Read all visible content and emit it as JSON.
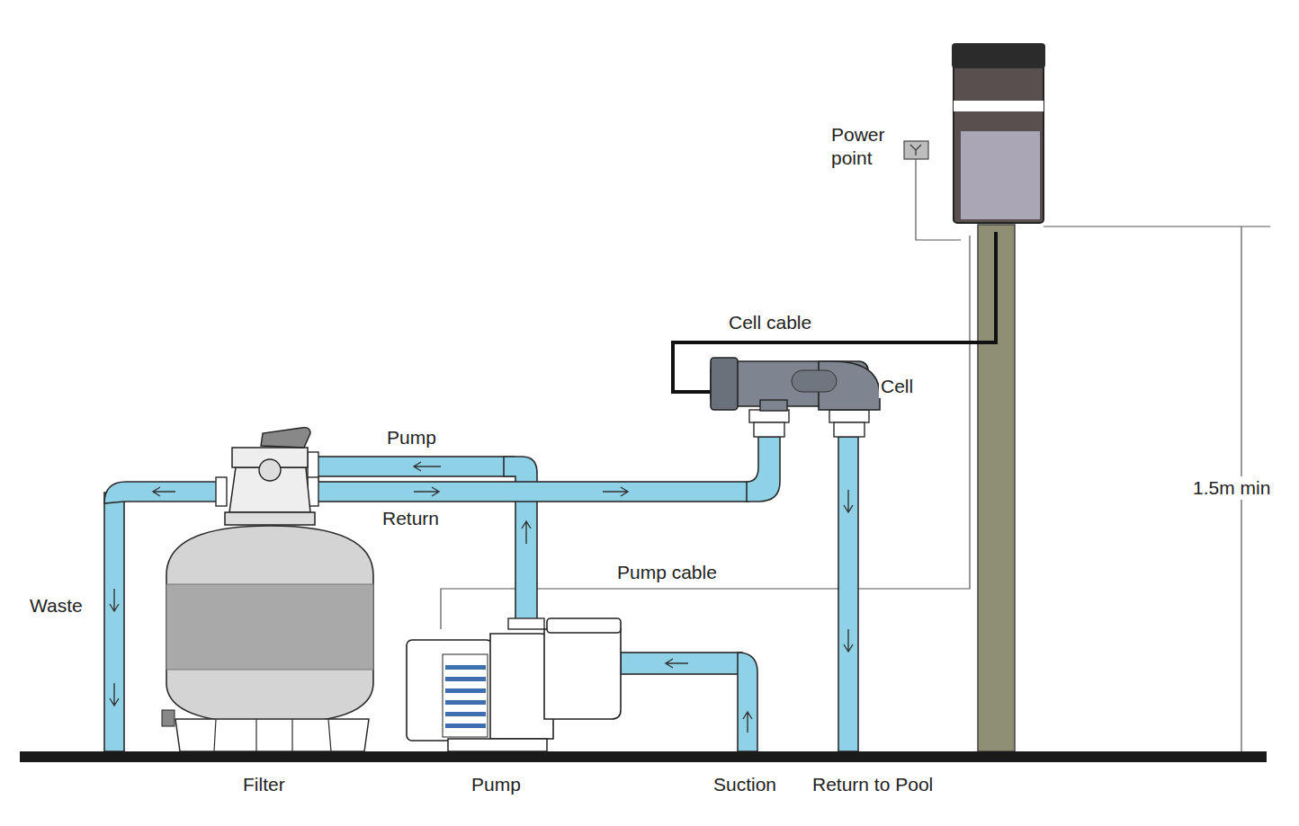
{
  "diagram": {
    "labels": [
      "Power point",
      "Cell cable",
      "Cell",
      "Pump",
      "Return",
      "Pump cable",
      "Waste",
      "1.5m min",
      "Filter",
      "Pump",
      "Suction",
      "Return to Pool"
    ]
  }
}
